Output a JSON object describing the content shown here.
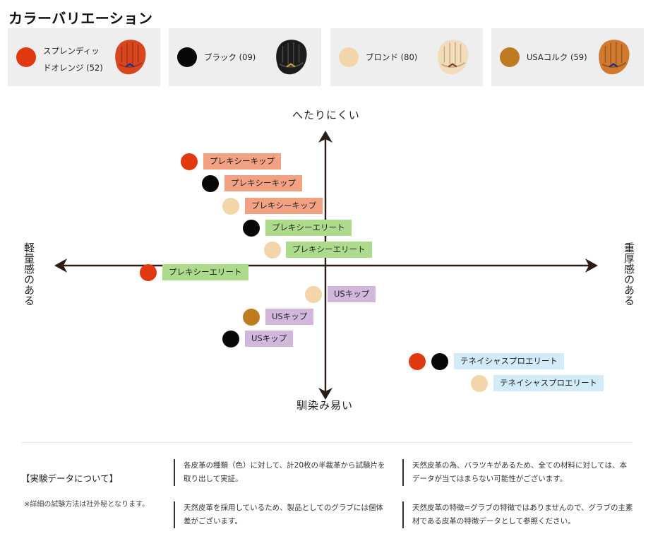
{
  "title": "カラーバリエーション",
  "colors": {
    "orange": "#e0390f",
    "black": "#080808",
    "blonde": "#f2d5a8",
    "usa_cork": "#bf7b22",
    "tag_orange": "#f2a183",
    "tag_green": "#addb8c",
    "tag_purple": "#d1b7dc",
    "tag_blue": "#d2ebf8"
  },
  "variations": [
    {
      "label": "スプレンディッドオレンジ (52)",
      "line1": "スプレンディッ",
      "line2": "ドオレンジ (52)",
      "color": "#e0390f",
      "glove_icon": "glove-orange-icon",
      "glove_color": "#d8461f"
    },
    {
      "label": "ブラック (09)",
      "color": "#080808",
      "glove_icon": "glove-black-icon",
      "glove_color": "#1c1c1c"
    },
    {
      "label": "ブロンド (80)",
      "color": "#f2d5a8",
      "glove_icon": "glove-blonde-icon",
      "glove_color": "#f1dcbc"
    },
    {
      "label": "USAコルク (59)",
      "color": "#bf7b22",
      "glove_icon": "glove-cork-icon",
      "glove_color": "#cf7a2e"
    }
  ],
  "chart": {
    "axis_top": "へたりにくい",
    "axis_bottom": "馴染み易い",
    "axis_left": "軽量感のある",
    "axis_right": "重厚感のある"
  },
  "chart_data": {
    "type": "scatter",
    "x_axis": {
      "negative": "軽量感のある",
      "positive": "重厚感のある"
    },
    "y_axis": {
      "positive": "へたりにくい",
      "negative": "馴染み易い"
    },
    "points": [
      {
        "label": "プレキシーキップ",
        "color": "スプレンディッドオレンジ (52)"
      },
      {
        "label": "プレキシーキップ",
        "color": "ブラック (09)"
      },
      {
        "label": "プレキシーキップ",
        "color": "ブロンド (80)"
      },
      {
        "label": "プレキシーエリート",
        "color": "ブラック (09)"
      },
      {
        "label": "プレキシーエリート",
        "color": "ブロンド (80)"
      },
      {
        "label": "プレキシーエリート",
        "color": "スプレンディッドオレンジ (52)"
      },
      {
        "label": "USキップ",
        "color": "ブロンド (80)"
      },
      {
        "label": "USキップ",
        "color": "USAコルク (59)"
      },
      {
        "label": "USキップ",
        "color": "ブラック (09)"
      },
      {
        "label": "テネイシャスプロエリート",
        "colors": [
          "スプレンディッドオレンジ (52)",
          "ブラック (09)"
        ]
      },
      {
        "label": "テネイシャスプロエリート",
        "color": "ブロンド (80)"
      }
    ]
  },
  "tags": [
    {
      "text": "プレキシーキップ"
    },
    {
      "text": "プレキシーキップ"
    },
    {
      "text": "プレキシーキップ"
    },
    {
      "text": "プレキシーエリート"
    },
    {
      "text": "プレキシーエリート"
    },
    {
      "text": "プレキシーエリート"
    },
    {
      "text": "USキップ"
    },
    {
      "text": "USキップ"
    },
    {
      "text": "USキップ"
    },
    {
      "text": "テネイシャスプロエリート"
    },
    {
      "text": "テネイシャスプロエリート"
    }
  ],
  "experiment": {
    "title": "【実験データについて】",
    "note": "※詳細の試験方法は社外秘となります。",
    "blocks": [
      {
        "line1": "各皮革の種類（色）に対して、計20枚の半裁革から試験片を",
        "line2": "取り出して実証。"
      },
      {
        "line1": "天然皮革の為、バラツキがあるため、全ての材料に対しては、本",
        "line2": "データが当てはまらない可能性がございます。"
      },
      {
        "line1": "天然皮革を採用しているため、製品としてのグラブには個体",
        "line2": "差がございます。"
      },
      {
        "line1": "天然皮革の特徴=グラブの特徴ではありませんので、グラブの主素",
        "line2": "材である皮革の特徴データとして参照ください。"
      }
    ]
  }
}
